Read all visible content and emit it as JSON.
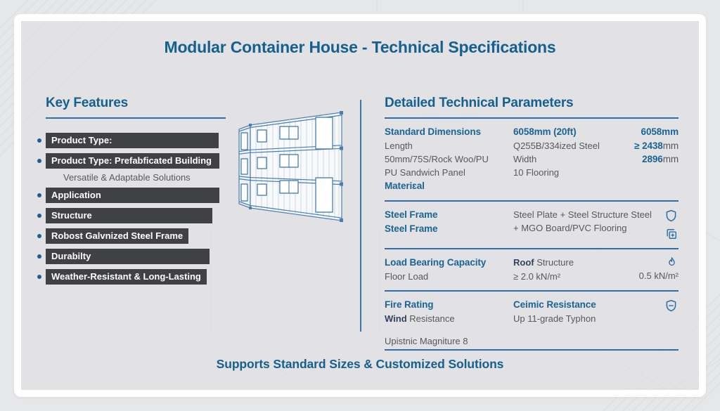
{
  "colors": {
    "accent_blue": "#15608f",
    "line_blue": "#2f6da6",
    "icon_blue": "#2e6da6",
    "badge_bg": "#404144",
    "text_gray": "#55585c",
    "page_bg": "#e6e7e8"
  },
  "page": {
    "title": "Modular Container House - Technical Specifications",
    "footer": "Supports Standard Sizes & Customized Solutions"
  },
  "key_features": {
    "heading": "Key Features",
    "items": [
      {
        "label": "Product Type:"
      },
      {
        "label": "Product Type: Prefabficated Building"
      },
      {
        "label": "Application"
      },
      {
        "label": "Structure"
      },
      {
        "label": "Robost Galvnized Steel Frame"
      },
      {
        "label": "Durabilty"
      },
      {
        "label": "Weather-Resistant & Long-Lasting"
      }
    ],
    "subtext": "Versatile & Adaptable Solutions"
  },
  "illustration": {
    "name": "stacked-container-house-line-drawing"
  },
  "parameters": {
    "heading": "Detailed Technical Parameters",
    "row1": {
      "c1_title": "Standard Dimensions",
      "c1_lines": [
        "Length",
        "50mm/75S/Rock Woo/PU",
        "PU Sandwich Panel"
      ],
      "c1_footer": "Materiɛal",
      "c2_title": "6058mm (20ft)",
      "c2_lines": [
        "Q255B/334ized Steel",
        "Width",
        "10 Flooring"
      ],
      "c3": [
        {
          "value": "6058mm",
          "unit": ""
        },
        {
          "value": "≥ 2438",
          "unit": "mm"
        },
        {
          "value": "2896",
          "unit": "mm"
        }
      ]
    },
    "row2": {
      "c1_lines": [
        "Steel Frame",
        "Steel Frame"
      ],
      "c2_lines": [
        "Steel Plate + Steel Structure Steel",
        "+ MGO Board/PVC Flooring"
      ],
      "icons": [
        "shield-icon",
        "copy-icon"
      ]
    },
    "row3": {
      "c1_title": "Load Bearing Capacity",
      "c1_line": "Floor Load",
      "c2_bold": "Roof",
      "c2_rest": " Structure",
      "c2_line": "≥ 2.0 kN/m²",
      "c3_value": "0.5 kN/m²",
      "icon": "flame-icon"
    },
    "row4": {
      "c1_title": "Fire Rating",
      "c1_bold": "Wind",
      "c1_rest": " Resistance",
      "c2_title": "Ceimic Resistance",
      "c2_line": "Up 11-grade Typhon",
      "footer_note": "Upistnic Magniture 8",
      "icon": "shield-minus-icon"
    }
  }
}
